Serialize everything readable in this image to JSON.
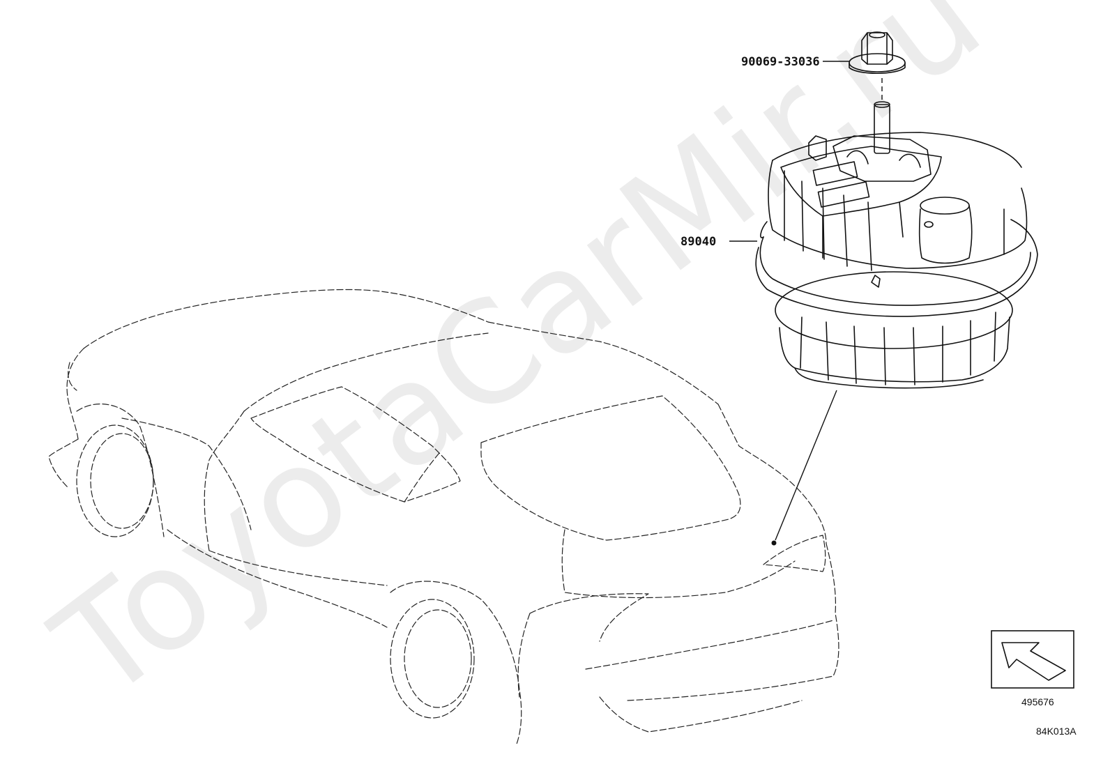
{
  "watermark": "ToyotaCarMir.ru",
  "parts": [
    {
      "number": "90069-33036"
    },
    {
      "number": "89040"
    }
  ],
  "view_arrow": {
    "code": "495676",
    "icon": "view-direction-arrow-icon"
  },
  "illustration_code": "84K013A"
}
